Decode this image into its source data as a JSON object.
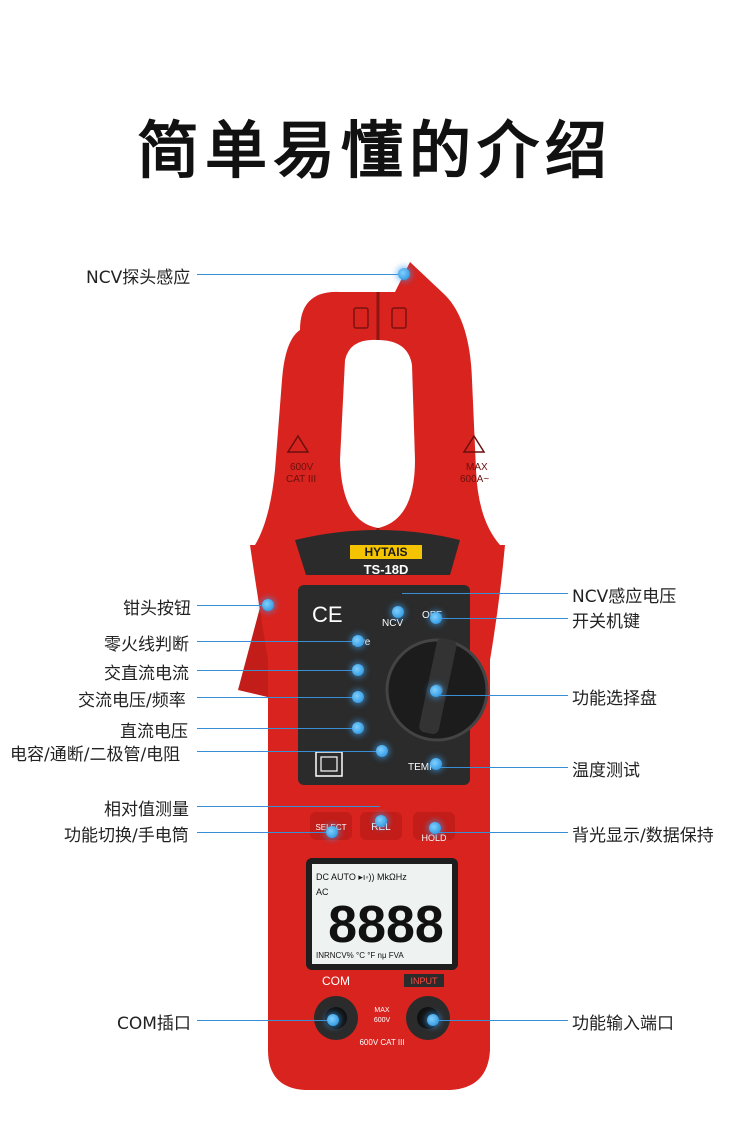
{
  "title": "简单易懂的介绍",
  "device": {
    "brand": "HYTAIS",
    "model": "TS-18D",
    "ce_mark": "CE",
    "jaw_left_warning": [
      "600V",
      "CAT III"
    ],
    "jaw_right_warning": [
      "MAX",
      "600A~"
    ],
    "panel_labels": {
      "ncv": "NCV",
      "off": "OFF",
      "live": "Live",
      "temp": "TEMP",
      "select": "SELECT",
      "rel": "REL",
      "hold": "HOLD",
      "com": "COM",
      "input": "INPUT",
      "terminal_max": [
        "MAX",
        "600V"
      ],
      "terminal_cat": "600V CAT III"
    },
    "lcd": {
      "top_row": "DC AUTO ▸ı◦)) MkΩHz",
      "left_ac": "AC",
      "digits": "8888",
      "bottom_row": "INRNCV% °C °F nμ FVA"
    }
  },
  "callouts": {
    "left": [
      "NCV探头感应",
      "钳头按钮",
      "零火线判断",
      "交直流电流",
      "交流电压/频率",
      "直流电压",
      "电容/通断/二极管/电阻",
      "相对值测量",
      "功能切换/手电筒",
      "COM插口"
    ],
    "right": [
      "NCV感应电压",
      "开关机键",
      "功能选择盘",
      "温度测试",
      "背光显示/数据保持",
      "功能输入端口"
    ]
  },
  "colors": {
    "body_red": "#d9231e",
    "panel_dark": "#2b2b2b",
    "accent_blue": "#1a88d8",
    "brand_yellow": "#f4c400"
  }
}
